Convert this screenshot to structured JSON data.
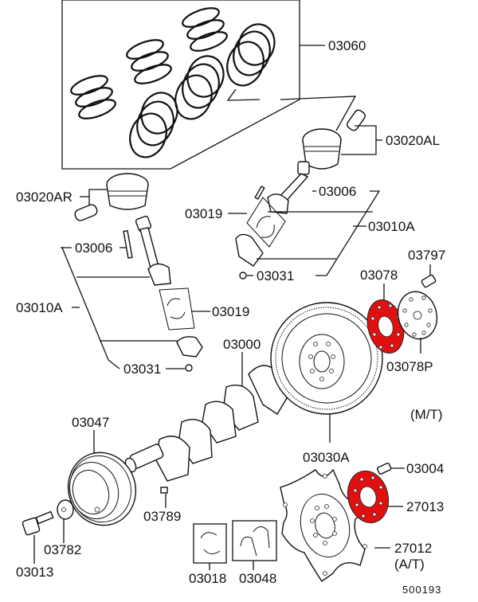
{
  "diagram": {
    "title": "Crankshaft, Piston & Flywheel exploded parts diagram",
    "figure_id": "500193",
    "highlight_color": "#e01010",
    "labels": {
      "piston_ring_set": "03060",
      "piston_left_bank": "03020AL",
      "piston_right_bank": "03020AR",
      "conrod_bolt_right": "03006",
      "conrod_bearing_right": "03019",
      "conrod_assy_right": "03010A",
      "conrod_bolt_left": "03006",
      "flywheel_bolt_mt": "03797",
      "conrod_nut_right": "03031",
      "flywheel_adapter_mt": "03078",
      "conrod_assy_left": "03010A",
      "conrod_bearing_left": "03019",
      "crankshaft": "03000",
      "conrod_nut_left": "03031",
      "flywheel_plate_mt": "03078P",
      "crank_pulley": "03047",
      "mt_note": "(M/T)",
      "flywheel_assy": "03030A",
      "driveplate_bolt_at": "03004",
      "driveplate_adapter_at": "27013",
      "woodruff_key": "03789",
      "driveplate_at": "27012",
      "at_note": "(A/T)",
      "pulley_washer": "03782",
      "pulley_bolt": "03013",
      "main_bearing": "03018",
      "thrust_bearing": "03048"
    }
  }
}
